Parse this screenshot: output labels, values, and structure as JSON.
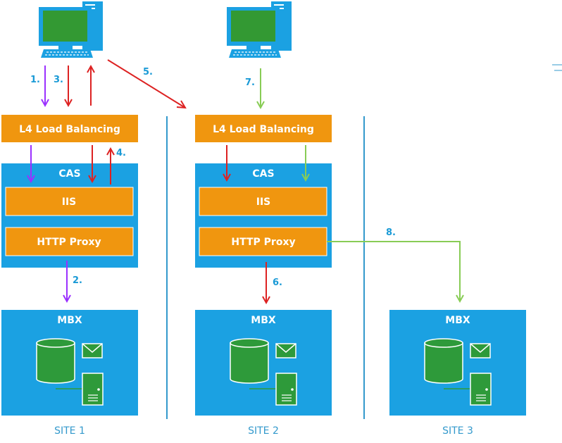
{
  "sites": [
    {
      "load_balancer_label": "L4 Load Balancing",
      "cas_label": "CAS",
      "iis_label": "IIS",
      "proxy_label": "HTTP Proxy",
      "mbx_label": "MBX",
      "site_label": "SITE 1"
    },
    {
      "load_balancer_label": "L4 Load Balancing",
      "cas_label": "CAS",
      "iis_label": "IIS",
      "proxy_label": "HTTP Proxy",
      "mbx_label": "MBX",
      "site_label": "SITE 2"
    },
    {
      "mbx_label": "MBX",
      "site_label": "SITE 3"
    }
  ],
  "steps": [
    "1.",
    "2.",
    "3.",
    "4.",
    "5.",
    "6.",
    "7.",
    "8."
  ],
  "colors": {
    "blue": "#1ba1e2",
    "orange": "#f0960f",
    "green_screen": "#339933",
    "green_db": "#2e9a3a",
    "purple": "#9b30ff",
    "red": "#dd2222",
    "light_green": "#88cc55",
    "step_text": "#1a9ad6",
    "divider": "#3399cc"
  },
  "icons": [
    "computer-icon",
    "database-icon",
    "mail-icon",
    "server-icon"
  ]
}
